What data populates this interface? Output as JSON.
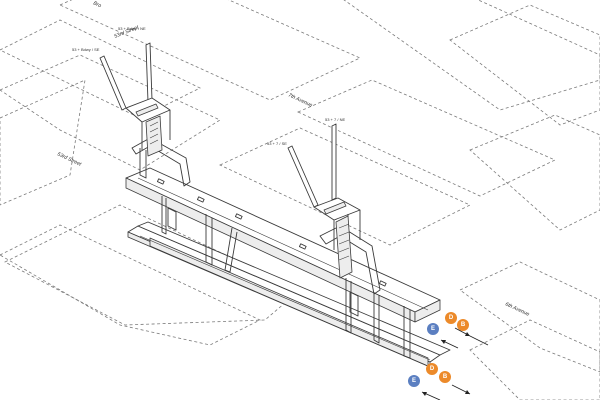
{
  "streets": {
    "top_street": "53rd Street",
    "left_street": "53rd Street",
    "avenue_center": "7th Avenue",
    "avenue_right": "6th Avenue",
    "top_clipped": "Bro"
  },
  "entrances": {
    "nw_left": "53 + Bdwy / SE",
    "nw_right": "53 + Bdwy / NE",
    "se_left": "53 + 7 / SE",
    "se_right": "53 + 7 / NE"
  },
  "routes": {
    "upper": [
      {
        "line": "E",
        "color": "#5b7fc1"
      },
      {
        "line": "D",
        "color": "#ec8a2a"
      },
      {
        "line": "B",
        "color": "#ec8a2a"
      }
    ],
    "lower": [
      {
        "line": "E",
        "color": "#5b7fc1"
      },
      {
        "line": "D",
        "color": "#ec8a2a"
      },
      {
        "line": "B",
        "color": "#ec8a2a"
      }
    ]
  }
}
